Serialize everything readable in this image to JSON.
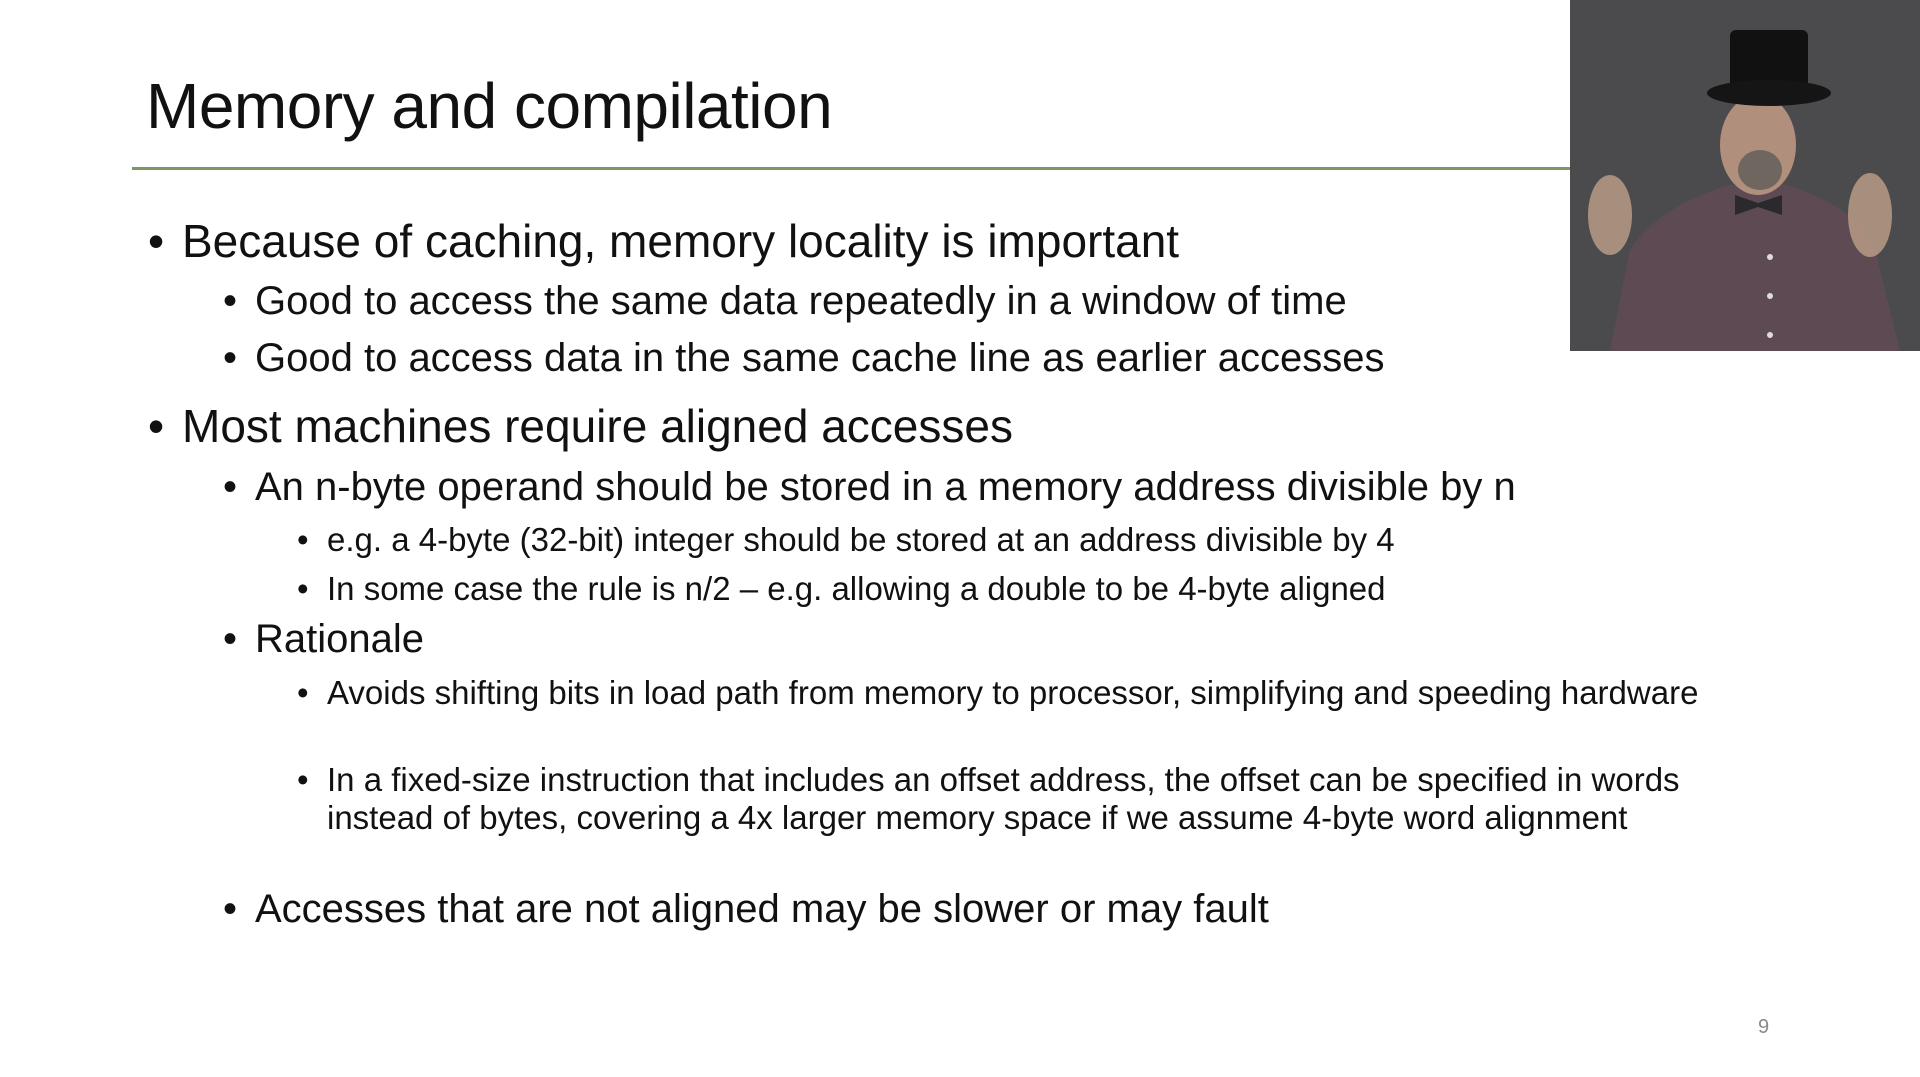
{
  "slide": {
    "title": "Memory and compilation",
    "page_number": "9",
    "bullet_glyph": "•",
    "items": [
      {
        "level": 1,
        "text": "Because of caching, memory locality is important"
      },
      {
        "level": 2,
        "text": "Good to access the same data repeatedly in a window of time"
      },
      {
        "level": 2,
        "text": "Good to access data in the same cache line as earlier accesses"
      },
      {
        "level": 1,
        "text": "Most machines require aligned accesses"
      },
      {
        "level": 2,
        "text": "An n-byte operand should be stored in a memory address divisible by n"
      },
      {
        "level": 3,
        "text": "e.g. a 4-byte (32-bit) integer should be stored at an address divisible by 4"
      },
      {
        "level": 3,
        "text": "In some case the rule is n/2 – e.g. allowing a double to be 4-byte aligned"
      },
      {
        "level": 2,
        "text": "Rationale"
      },
      {
        "level": 3,
        "text": "Avoids shifting bits in load path from memory to processor, simplifying and speeding hardware"
      },
      {
        "level": 3,
        "text": "In a fixed-size instruction that includes an offset address, the offset can be specified in words instead of bytes, covering a 4x larger memory space if we assume 4-byte word alignment"
      },
      {
        "level": 2,
        "text": "Accesses that are not aligned may be slower or may fault"
      }
    ]
  },
  "colors": {
    "accent_rule": "#7a9a64",
    "video_bg": "#4a4a4c"
  }
}
